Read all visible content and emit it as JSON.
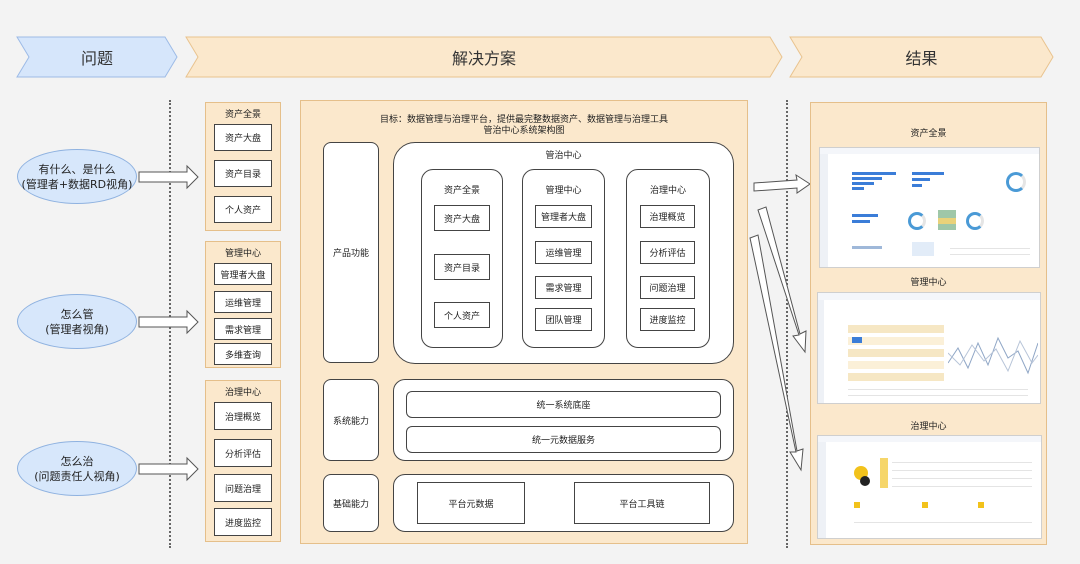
{
  "headers": {
    "problem": "问题",
    "solution": "解决方案",
    "result": "结果"
  },
  "problems": [
    {
      "line1": "有什么、是什么",
      "line2": "(管理者+数据RD视角)"
    },
    {
      "line1": "怎么管",
      "line2": "(管理者视角)"
    },
    {
      "line1": "怎么治",
      "line2": "(问题责任人视角)"
    }
  ],
  "groups": [
    {
      "title": "资产全景",
      "items": [
        "资产大盘",
        "资产目录",
        "个人资产"
      ]
    },
    {
      "title": "管理中心",
      "items": [
        "管理者大盘",
        "运维管理",
        "需求管理",
        "多维查询"
      ]
    },
    {
      "title": "治理中心",
      "items": [
        "治理概览",
        "分析评估",
        "问题治理",
        "进度监控"
      ]
    }
  ],
  "architecture": {
    "goal": "目标：数据管理与治理平台，提供最完整数据资产、数据管理与治理工具",
    "subtitle": "管治中心系统架构图",
    "center_title": "管治中心",
    "rows": {
      "product": "产品功能",
      "system": "系统能力",
      "base": "基础能力"
    },
    "columns": [
      {
        "title": "资产全景",
        "items": [
          "资产大盘",
          "资产目录",
          "个人资产"
        ]
      },
      {
        "title": "管理中心",
        "items": [
          "管理者大盘",
          "运维管理",
          "需求管理",
          "团队管理"
        ]
      },
      {
        "title": "治理中心",
        "items": [
          "治理概览",
          "分析评估",
          "问题治理",
          "进度监控"
        ]
      }
    ],
    "system_items": [
      "统一系统底座",
      "统一元数据服务"
    ],
    "base_items": [
      "平台元数据",
      "平台工具链"
    ]
  },
  "results": [
    {
      "title": "资产全景"
    },
    {
      "title": "管理中心"
    },
    {
      "title": "治理中心"
    }
  ],
  "colors": {
    "blue": "#d6e6fb",
    "peach": "#fbe8cc",
    "accent": "#3b7dd8"
  }
}
